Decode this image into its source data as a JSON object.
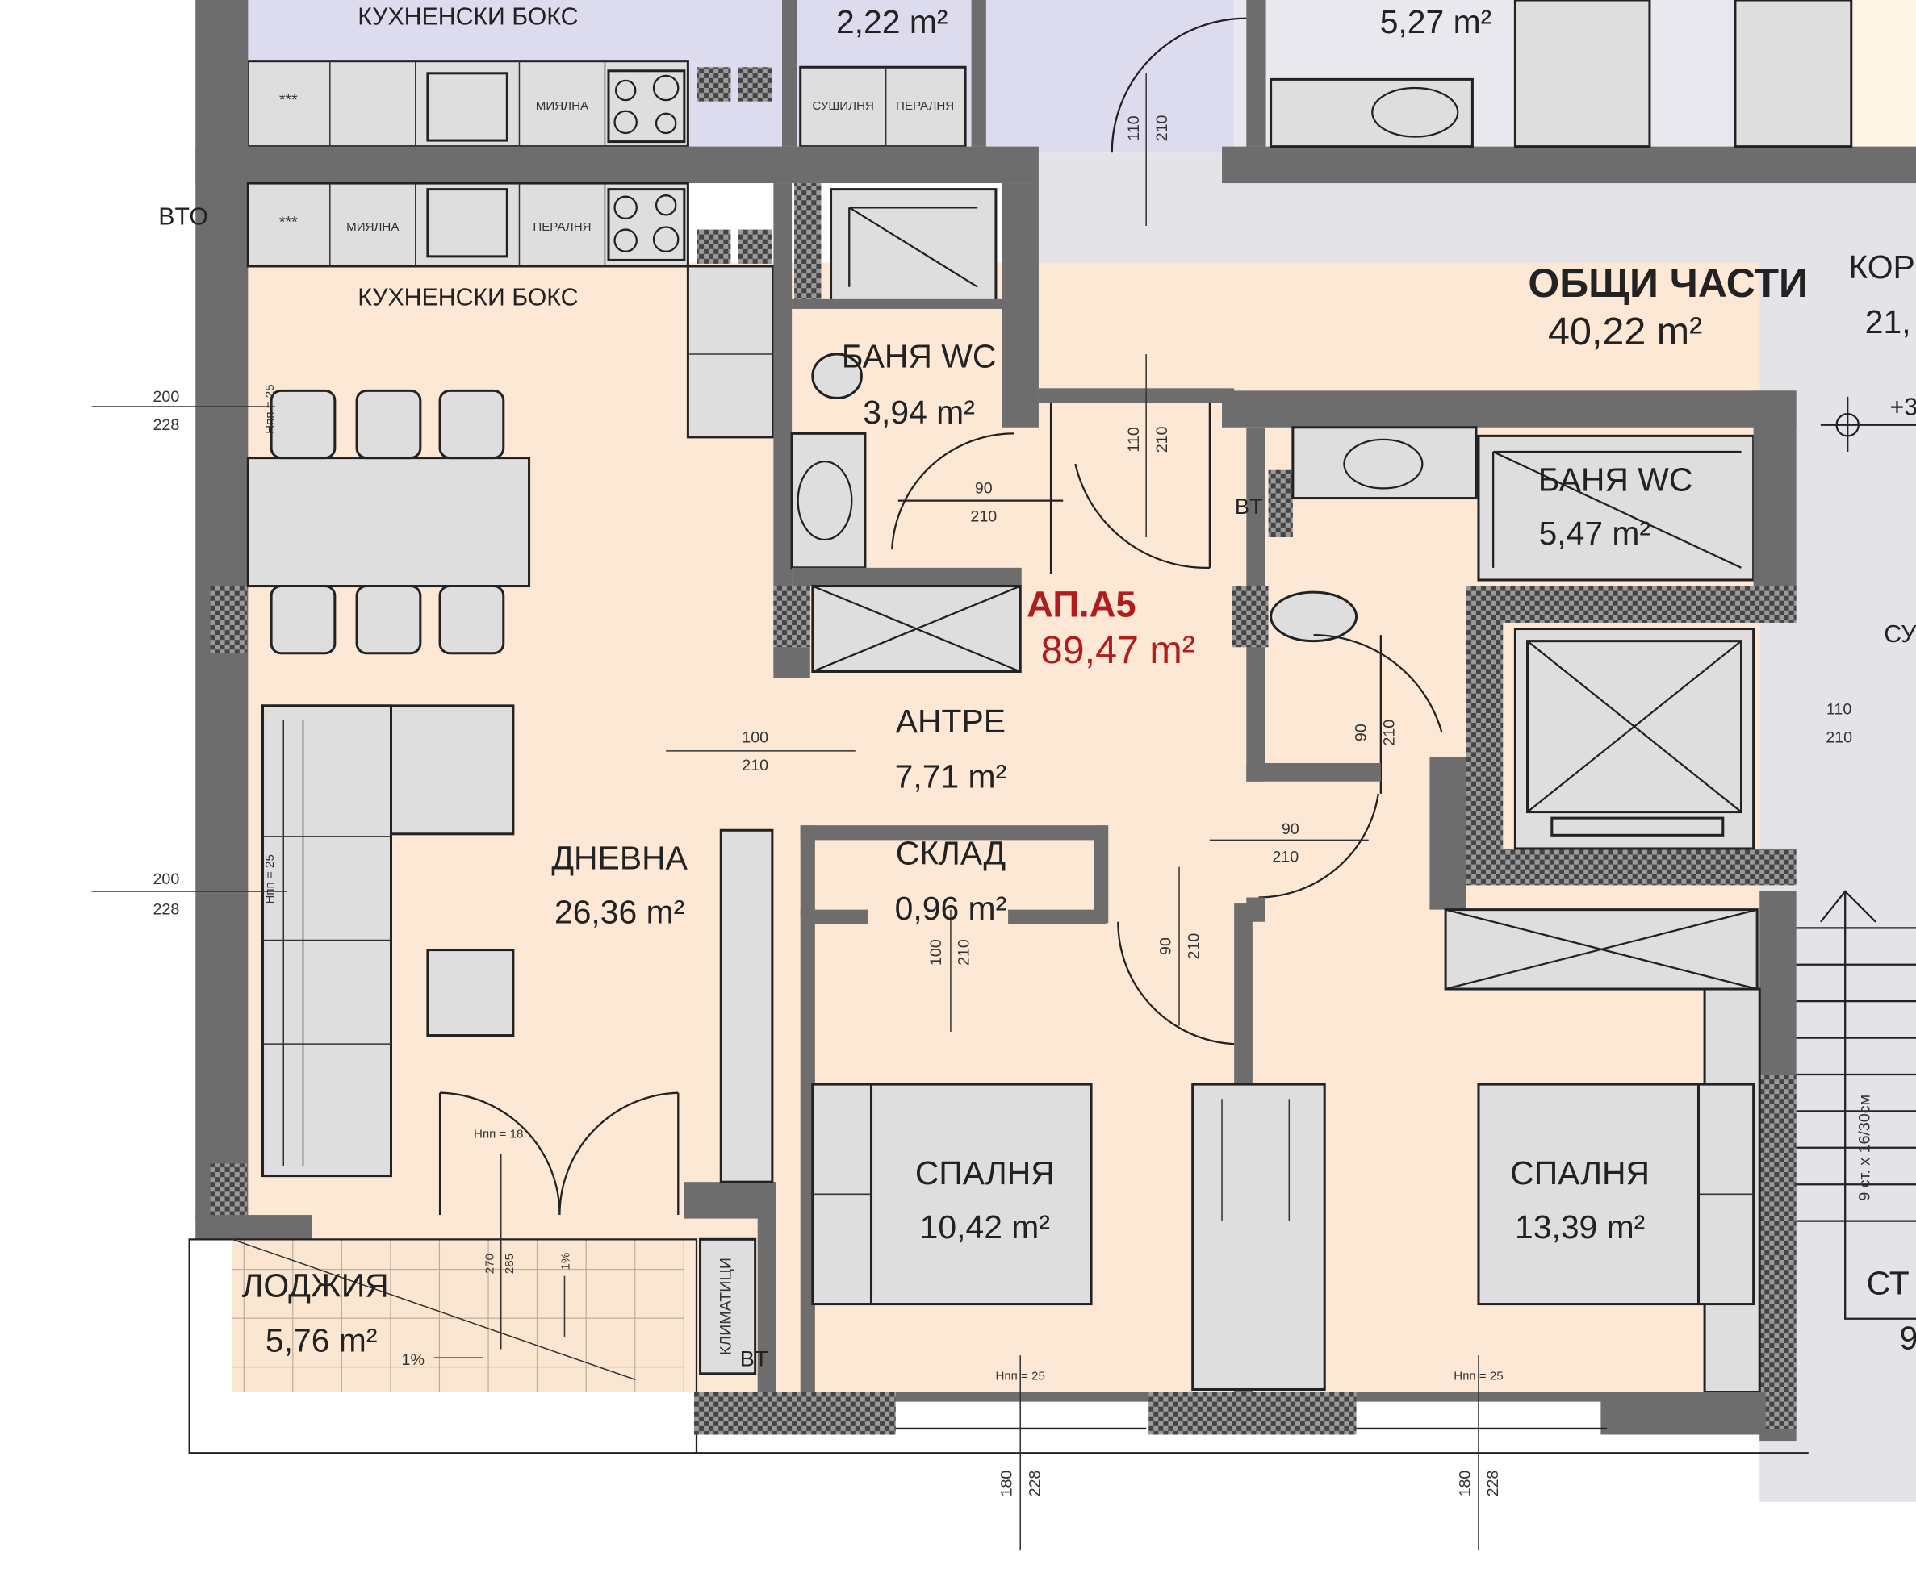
{
  "upper_unit": {
    "kitchen_label": "КУХНЕНСКИ БОКС",
    "bath_area": "2,22 m²",
    "bath2_area": "5,27 m²",
    "counter_marks": "***",
    "sink_label": "МИЯЛНА",
    "dryer_label": "СУШИЛНЯ",
    "washer_label": "ПЕРАЛНЯ",
    "door_width": "110",
    "door_height": "210"
  },
  "common": {
    "title": "ОБЩИ ЧАСТИ",
    "area": "40,22 m²",
    "corridor_label": "КОР",
    "corridor_area": "21,",
    "level_mark": "+3",
    "shaft_label": "СУ",
    "stairs_label": "СТ",
    "stairs_area": "9",
    "stairs_note": "9 ст. x 16/30см"
  },
  "apartment": {
    "name": "АП.А5",
    "area": "89,47 m²",
    "bto": "BTO",
    "bt": "BT",
    "kitchen": {
      "counter_marks": "***",
      "sink_label": "МИЯЛНА",
      "washer_label": "ПЕРАЛНЯ",
      "label": "КУХНЕНСКИ БОКС"
    },
    "bath1": {
      "label": "БАНЯ WC",
      "area": "3,94 m²"
    },
    "bath2": {
      "label": "БАНЯ WC",
      "area": "5,47 m²"
    },
    "entry": {
      "label": "АНТРЕ",
      "area": "7,71 m²"
    },
    "storage": {
      "label": "СКЛАД",
      "area": "0,96 m²"
    },
    "living": {
      "label": "ДНЕВНА",
      "area": "26,36 m²"
    },
    "bedroom1": {
      "label": "СПАЛНЯ",
      "area": "10,42 m²"
    },
    "bedroom2": {
      "label": "СПАЛНЯ",
      "area": "13,39 m²"
    },
    "loggia": {
      "label": "ЛОДЖИЯ",
      "area": "5,76 m²",
      "slope": "1%",
      "slope2": "1%",
      "h1": "270",
      "h2": "285"
    },
    "ac_label": "КЛИМАТИЦИ",
    "doors": {
      "d90": "90",
      "d100": "100",
      "d110": "110",
      "h210": "210"
    },
    "windows": {
      "w200": "200",
      "w180": "180",
      "h228": "228",
      "sill25": "Нпп = 25",
      "sill18": "Нпп = 18"
    }
  }
}
